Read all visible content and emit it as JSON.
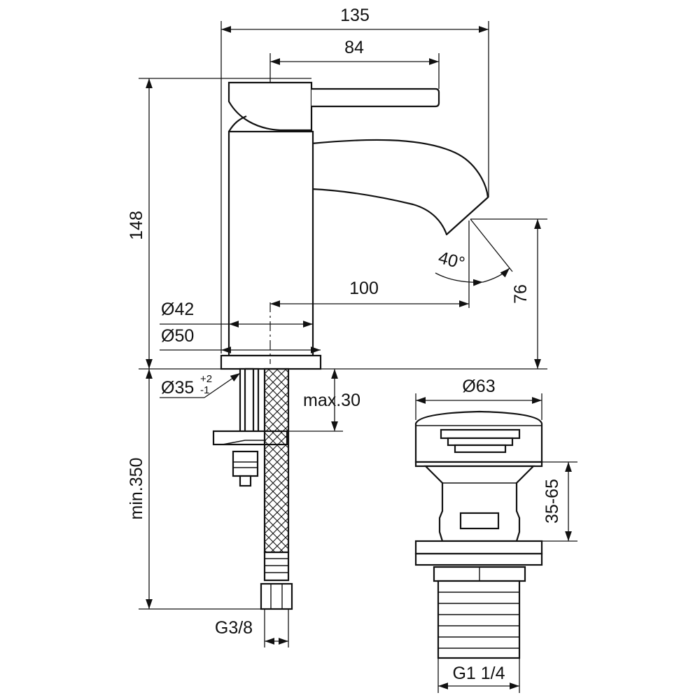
{
  "dimensions": {
    "overall_width": "135",
    "handle_reach": "84",
    "total_height": "148",
    "spout_reach": "100",
    "spout_height": "76",
    "spout_angle": "40°",
    "body_diameter": "Ø42",
    "base_diameter": "Ø50",
    "hole_diameter": "Ø35",
    "hole_tol_plus": "+2",
    "hole_tol_minus": "-1",
    "max_counter_thickness": "max.30",
    "hose_length": "min.350",
    "hose_thread": "G3/8",
    "waste_cap_diameter": "Ø63",
    "waste_height_range": "35-65",
    "waste_thread": "G1 1/4"
  }
}
